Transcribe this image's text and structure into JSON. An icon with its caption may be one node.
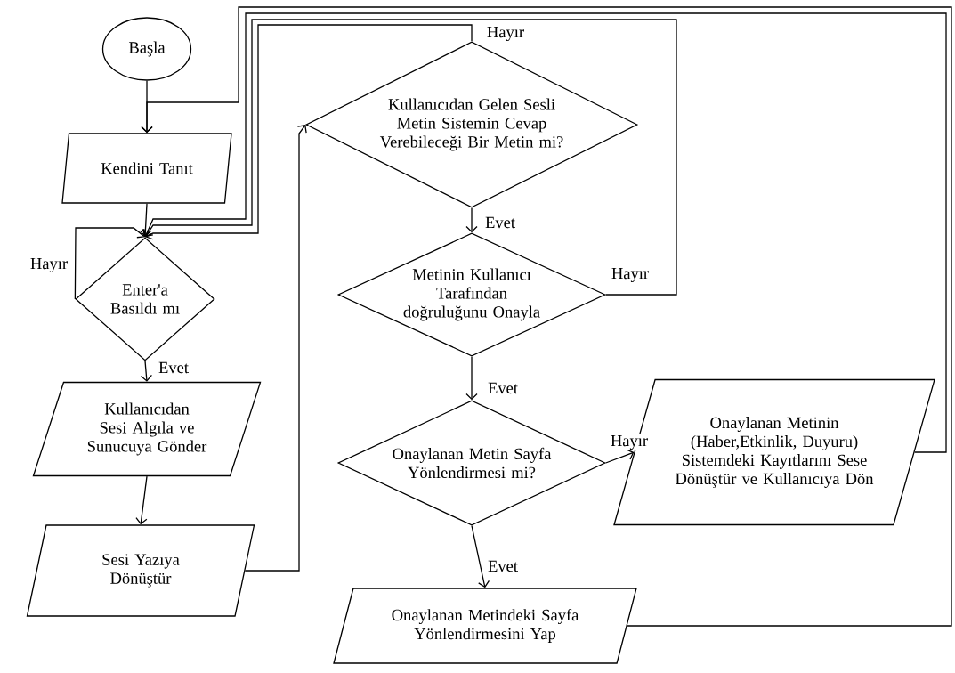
{
  "diagram": {
    "nodes": [
      {
        "text": [
          "Başla"
        ]
      },
      {
        "text": [
          "Kendini Tanıt"
        ]
      },
      {
        "text": [
          "Enter'a Basıldı mı"
        ]
      },
      {
        "text": [
          "Kullanıcıdan Sesi Algıla ve Sunucuya Gönder"
        ]
      },
      {
        "text": [
          "Sesi Yazıya Dönüştür"
        ]
      },
      {
        "text": [
          "Kullanıcıdan Gelen Sesli Metin Sistemin Cevap Verebileceği Bir Metin mi?"
        ]
      },
      {
        "text": [
          "Metinin Kullanıcı Tarafından doğruluğunu Onayla"
        ]
      },
      {
        "text": [
          "Onaylanan Metin Sayfa Yönlendirmesi mi?"
        ]
      },
      {
        "text": [
          "Onaylanan Metinin (Haber,Etkinlik, Duyuru) Sistemdeki Kayıtlarını Sese Dönüştür ve Kullanıcıya Dön"
        ]
      },
      {
        "text": [
          "Onaylanan Metindeki Sayfa Yönlendirmesini Yap"
        ]
      }
    ],
    "edges": [
      {
        "from": 0,
        "to": 1,
        "arrow": "to"
      },
      {
        "from": 1,
        "to": 2,
        "arrow": "to"
      },
      {
        "from": 2,
        "to": 2,
        "arrow": "to",
        "label": "Hayır"
      },
      {
        "from": 2,
        "to": 3,
        "arrow": "to",
        "label": "Evet"
      },
      {
        "from": 3,
        "to": 4,
        "arrow": "to"
      },
      {
        "from": 4,
        "to": 5,
        "arrow": "to"
      },
      {
        "from": 5,
        "to": 2,
        "arrow": "to",
        "label": "Hayır"
      },
      {
        "from": 5,
        "to": 6,
        "arrow": "to",
        "label": "Evet"
      },
      {
        "from": 6,
        "to": 2,
        "arrow": "to",
        "label": "Hayır"
      },
      {
        "from": 6,
        "to": 7,
        "arrow": "to",
        "label": "Evet"
      },
      {
        "from": 7,
        "to": 8,
        "arrow": "to",
        "label": "Hayır"
      },
      {
        "from": 7,
        "to": 9,
        "arrow": "to",
        "label": "Evet"
      },
      {
        "from": 8,
        "to": 2,
        "arrow": "to"
      },
      {
        "from": 9,
        "to": 1,
        "arrow": "to"
      }
    ]
  }
}
